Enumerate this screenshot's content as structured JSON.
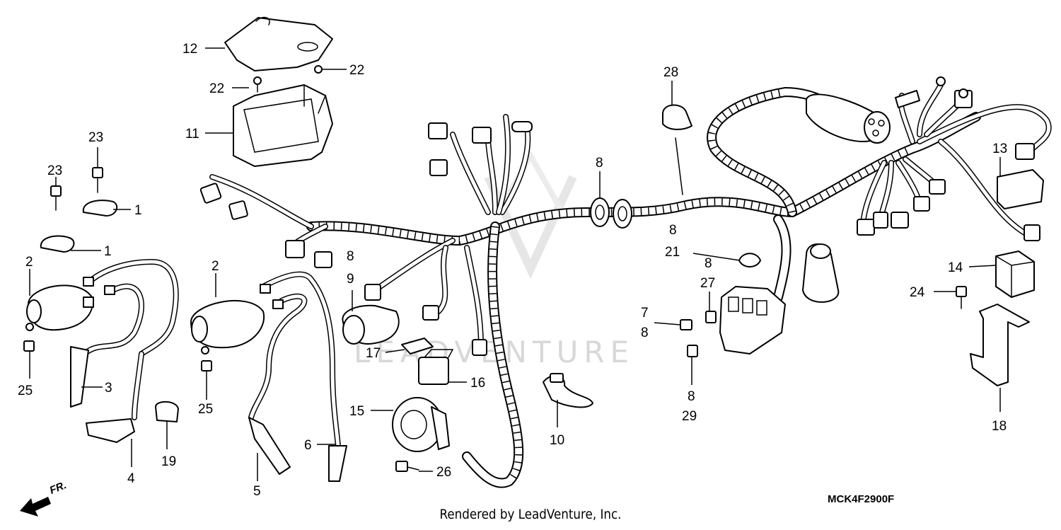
{
  "footer_text": "Rendered by LeadVenture, Inc.",
  "diagram_code": "MCK4F2900F",
  "direction_label": "FR.",
  "watermark_text": "LEADVENTURE",
  "callouts": [
    "1",
    "1",
    "2",
    "2",
    "3",
    "4",
    "5",
    "6",
    "7",
    "8",
    "8",
    "8",
    "8",
    "8",
    "8",
    "9",
    "10",
    "11",
    "12",
    "13",
    "14",
    "15",
    "16",
    "17",
    "18",
    "19",
    "21",
    "22",
    "22",
    "23",
    "23",
    "24",
    "25",
    "25",
    "26",
    "27",
    "28",
    "29"
  ]
}
